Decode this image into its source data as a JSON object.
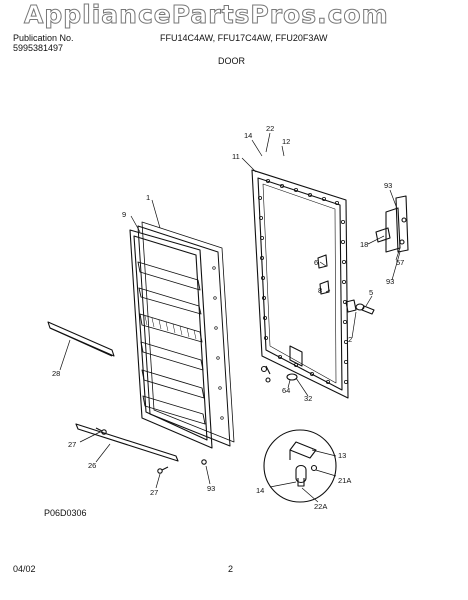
{
  "watermark": "AppliancePartsPros.com",
  "header": {
    "left_line1": "Publication No.",
    "left_line2": "5995381497",
    "center_line1": "FFU14C4AW, FFU17C4AW, FFU20F3AW",
    "section": "DOOR"
  },
  "figure_code": "P06D0306",
  "footer": {
    "date": "04/02",
    "page": "2"
  },
  "callouts": [
    "22",
    "14",
    "12",
    "11",
    "93",
    "1",
    "9",
    "18",
    "57",
    "93",
    "6",
    "5",
    "8",
    "2",
    "28",
    "64",
    "32",
    "13",
    "27",
    "26",
    "21A",
    "27",
    "93",
    "14",
    "22A"
  ]
}
